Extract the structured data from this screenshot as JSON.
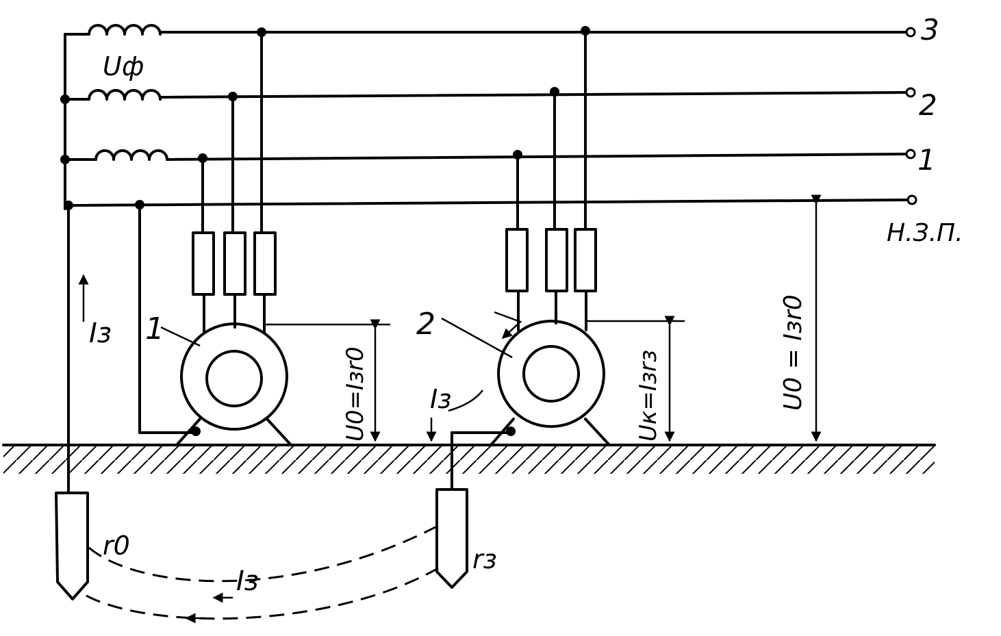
{
  "labels": {
    "phase_voltage": "Uф",
    "line_3": "3",
    "line_2": "2",
    "line_1": "1",
    "neutral": "Н.З.П.",
    "current_up": "Iз",
    "motor_1": "1",
    "motor_2": "2",
    "u0_motor1": "U0=Iзr0",
    "current_fault": "Iз",
    "uk_motor2": "Uк=Iзrз",
    "u0_right": "U0 = Iзr0",
    "r0": "r0",
    "rz": "rз",
    "current_return": "Iз"
  }
}
